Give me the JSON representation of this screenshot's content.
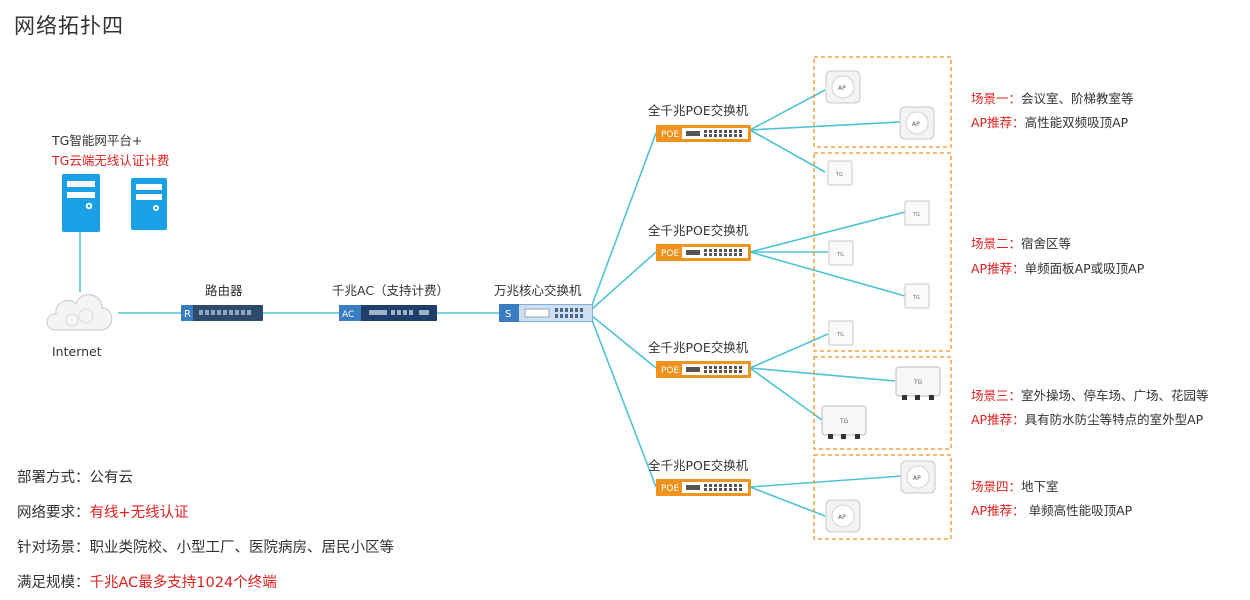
{
  "title": "网络拓扑四",
  "platform": {
    "line1": "TG智能网平台+",
    "line2": "TG云端无线认证计费"
  },
  "internet_label": "Internet",
  "router_label": "路由器",
  "router_badge": "R",
  "ac_label": "千兆AC（支持计费）",
  "ac_badge": "AC",
  "core_label": "万兆核心交换机",
  "core_badge": "S",
  "poe_switches": [
    {
      "label": "全千兆POE交换机",
      "badge": "POE"
    },
    {
      "label": "全千兆POE交换机",
      "badge": "POE"
    },
    {
      "label": "全千兆POE交换机",
      "badge": "POE"
    },
    {
      "label": "全千兆POE交换机",
      "badge": "POE"
    }
  ],
  "ap_text": {
    "ceiling": "AP",
    "panel": "TG",
    "outdoor": "TG"
  },
  "scenes": [
    {
      "scene_key": "场景一：",
      "scene_value": "会议室、阶梯教室等",
      "ap_key": "AP推荐：",
      "ap_value": "高性能双频吸顶AP"
    },
    {
      "scene_key": "场景二：",
      "scene_value": "宿舍区等",
      "ap_key": "AP推荐：",
      "ap_value": "单频面板AP或吸顶AP"
    },
    {
      "scene_key": "场景三：",
      "scene_value": "室外操场、停车场、广场、花园等",
      "ap_key": "AP推荐：",
      "ap_value": "具有防水防尘等特点的室外型AP"
    },
    {
      "scene_key": "场景四：",
      "scene_value": "地下室",
      "ap_key": "AP推荐：",
      "ap_value": " 单频高性能吸顶AP"
    }
  ],
  "info": [
    {
      "key": "部署方式：",
      "value": "公有云",
      "highlight": false
    },
    {
      "key": "网络要求：",
      "value": "有线+无线认证",
      "highlight": true
    },
    {
      "key": "针对场景：",
      "value": "职业类院校、小型工厂、医院病房、居民小区等",
      "highlight": false
    },
    {
      "key": "满足规模：",
      "value": "千兆AC最多支持1024个终端",
      "highlight": true
    }
  ],
  "colors": {
    "link": "#4fc3d6",
    "accent": "#e02020",
    "poe": "#f0921e",
    "server": "#1aa0e6",
    "dashed": "#f0921e",
    "device_blue": "#3a7cc0"
  }
}
